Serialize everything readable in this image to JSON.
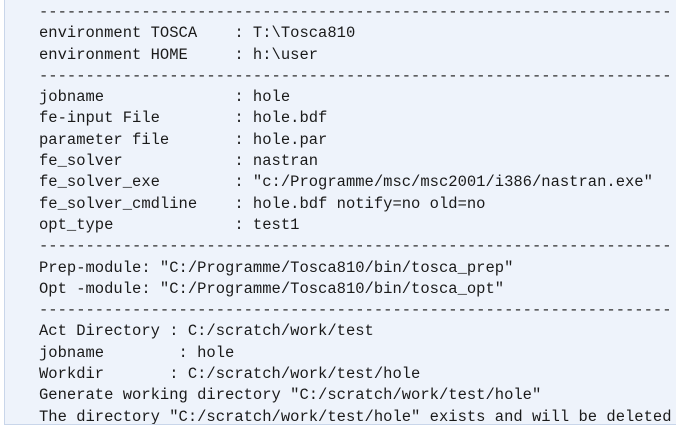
{
  "console": {
    "lines": [
      {
        "type": "separator",
        "text": "--------------------------------------------------------------------"
      },
      {
        "type": "text",
        "text": "environment TOSCA    : T:\\Tosca810"
      },
      {
        "type": "text",
        "text": "environment HOME     : h:\\user"
      },
      {
        "type": "separator",
        "text": "--------------------------------------------------------------------"
      },
      {
        "type": "text",
        "text": "jobname              : hole"
      },
      {
        "type": "text",
        "text": "fe-input File        : hole.bdf"
      },
      {
        "type": "text",
        "text": "parameter file       : hole.par"
      },
      {
        "type": "text",
        "text": "fe_solver            : nastran"
      },
      {
        "type": "text",
        "text": "fe_solver_exe        : \"c:/Programme/msc/msc2001/i386/nastran.exe\""
      },
      {
        "type": "text",
        "text": "fe_solver_cmdline    : hole.bdf notify=no old=no"
      },
      {
        "type": "text",
        "text": "opt_type             : test1"
      },
      {
        "type": "separator",
        "text": "--------------------------------------------------------------------"
      },
      {
        "type": "text",
        "text": "Prep-module: \"C:/Programme/Tosca810/bin/tosca_prep\""
      },
      {
        "type": "text",
        "text": "Opt -module: \"C:/Programme/Tosca810/bin/tosca_opt\""
      },
      {
        "type": "separator",
        "text": "--------------------------------------------------------------------"
      },
      {
        "type": "text",
        "text": "Act Directory : C:/scratch/work/test"
      },
      {
        "type": "text",
        "text": "jobname        : hole"
      },
      {
        "type": "text",
        "text": "Workdir       : C:/scratch/work/test/hole"
      },
      {
        "type": "text",
        "text": "Generate working directory \"C:/scratch/work/test/hole\""
      },
      {
        "type": "text",
        "text": "The directory \"C:/scratch/work/test/hole\" exists and will be deleted"
      }
    ]
  }
}
